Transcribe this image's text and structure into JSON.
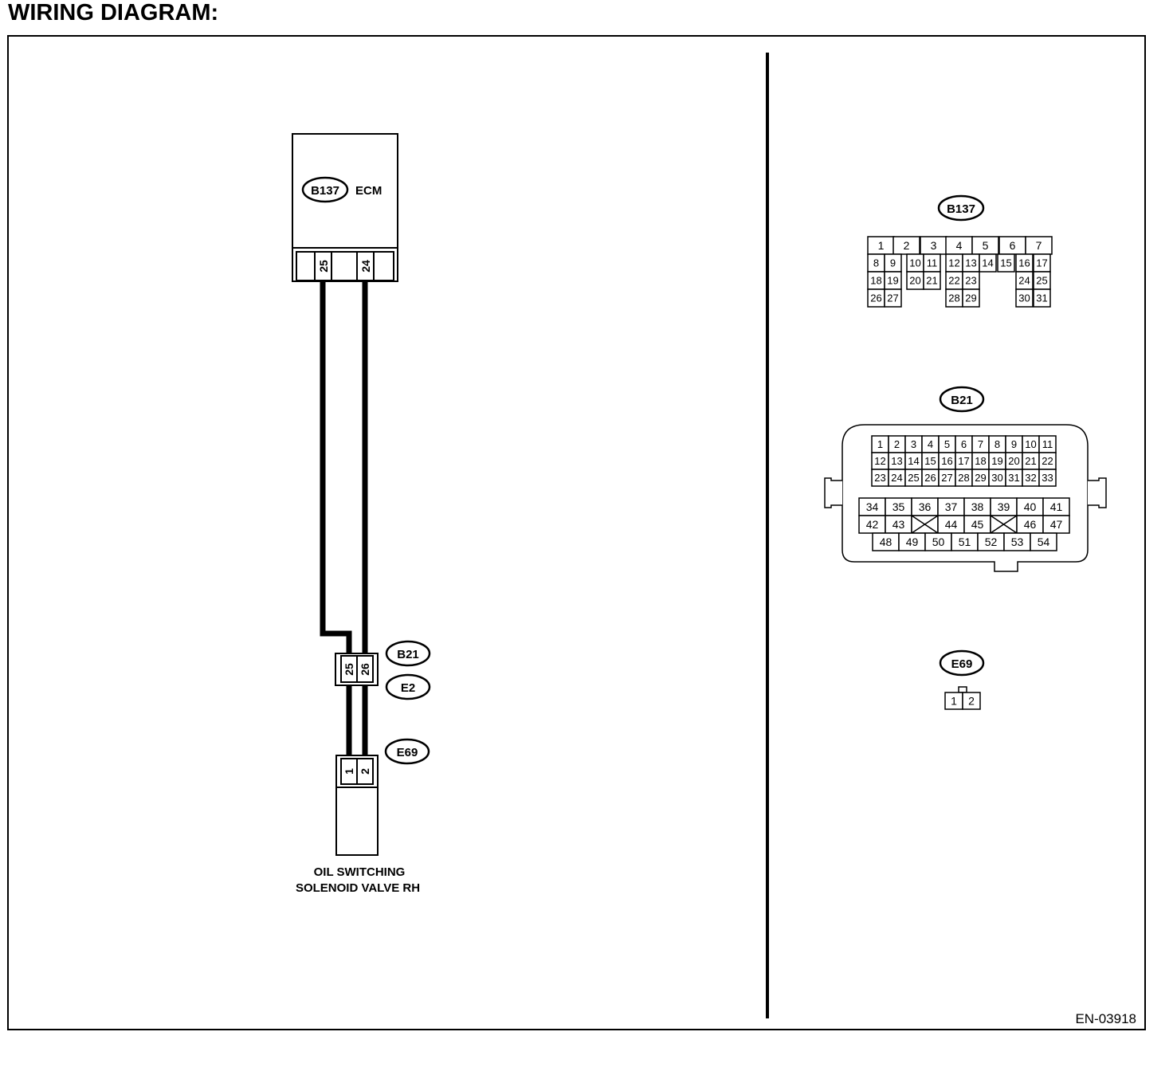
{
  "page_title": "WIRING DIAGRAM:",
  "figure_code": "EN-03918",
  "ecm": {
    "connector": "B137",
    "name": "ECM",
    "terminals": [
      "25",
      "24"
    ]
  },
  "joint": {
    "connector_top": "B21",
    "connector_bottom": "E2",
    "terminals": [
      "25",
      "26"
    ]
  },
  "solenoid": {
    "connector": "E69",
    "terminals": [
      "1",
      "2"
    ],
    "label_line1": "OIL SWITCHING",
    "label_line2": "SOLENOID VALVE RH"
  },
  "connector_views": {
    "b137": {
      "label": "B137",
      "row1": [
        "1",
        "2",
        "3",
        "4",
        "5",
        "6",
        "7"
      ],
      "row2": [
        "8",
        "9",
        "10",
        "11",
        "12",
        "13",
        "14",
        "15",
        "16",
        "17"
      ],
      "row3": [
        "18",
        "19",
        "20",
        "21",
        "22",
        "23",
        "24",
        "25"
      ],
      "row4": [
        "26",
        "27",
        "28",
        "29",
        "30",
        "31"
      ]
    },
    "b21": {
      "label": "B21",
      "row1": [
        "1",
        "2",
        "3",
        "4",
        "5",
        "6",
        "7",
        "8",
        "9",
        "10",
        "11"
      ],
      "row2": [
        "12",
        "13",
        "14",
        "15",
        "16",
        "17",
        "18",
        "19",
        "20",
        "21",
        "22"
      ],
      "row3": [
        "23",
        "24",
        "25",
        "26",
        "27",
        "28",
        "29",
        "30",
        "31",
        "32",
        "33"
      ],
      "row4": [
        "34",
        "35",
        "36",
        "37",
        "38",
        "39",
        "40",
        "41"
      ],
      "row5": [
        "42",
        "43",
        "44",
        "45",
        "46",
        "47"
      ],
      "row6": [
        "48",
        "49",
        "50",
        "51",
        "52",
        "53",
        "54"
      ]
    },
    "e69": {
      "label": "E69",
      "pins": [
        "1",
        "2"
      ]
    }
  }
}
